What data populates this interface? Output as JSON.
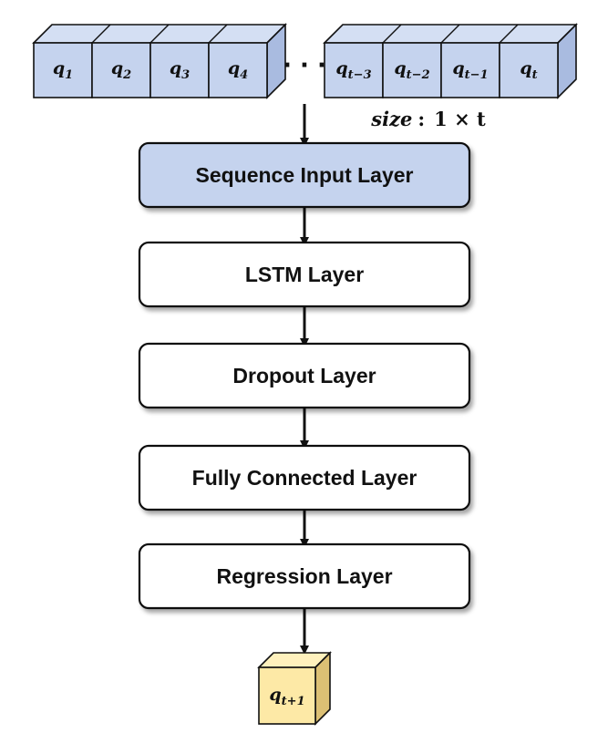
{
  "input_sequence": {
    "left_cells": [
      {
        "base": "q",
        "sub": "1"
      },
      {
        "base": "q",
        "sub": "2"
      },
      {
        "base": "q",
        "sub": "3"
      },
      {
        "base": "q",
        "sub": "4"
      }
    ],
    "ellipsis": "· · ·",
    "right_cells": [
      {
        "base": "q",
        "sub": "t−3"
      },
      {
        "base": "q",
        "sub": "t−2"
      },
      {
        "base": "q",
        "sub": "t−1"
      },
      {
        "base": "q",
        "sub": "t"
      }
    ],
    "size_label": {
      "word": "size",
      "separator": ":",
      "value": "1 × t"
    },
    "fill_color": "#c5d3ee"
  },
  "layers": [
    {
      "label": "Sequence Input Layer",
      "fill": "#c5d3ee"
    },
    {
      "label": "LSTM Layer",
      "fill": "#ffffff"
    },
    {
      "label": "Dropout Layer",
      "fill": "#ffffff"
    },
    {
      "label": "Fully Connected Layer",
      "fill": "#ffffff"
    },
    {
      "label": "Regression Layer",
      "fill": "#ffffff"
    }
  ],
  "output": {
    "base": "q",
    "sub": "t+1",
    "fill_color": "#fde9a6"
  }
}
